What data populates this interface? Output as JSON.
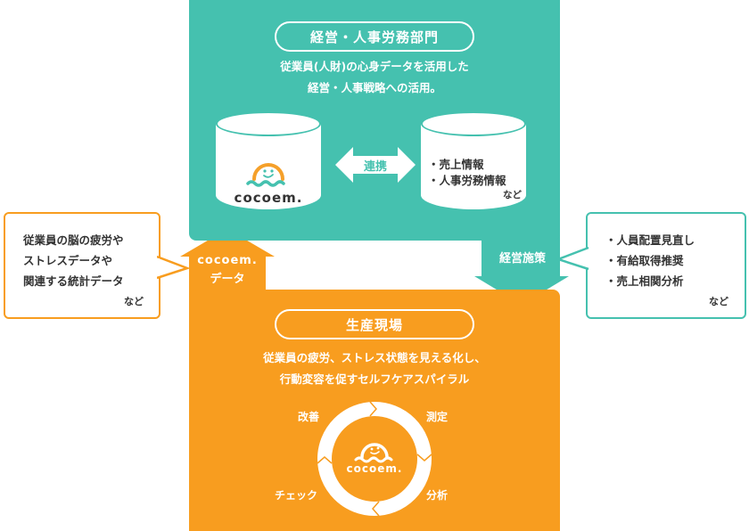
{
  "colors": {
    "teal": "#45c1af",
    "orange": "#f89d1f",
    "text_dark": "#333333",
    "white": "#ffffff"
  },
  "management": {
    "title": "経営・人事労務部門",
    "description_line1": "従業員(人財)の心身データを活用した",
    "description_line2": "経営・人事戦略への活用。",
    "left_db_logo": "cocoem.",
    "link_label": "連携",
    "right_db_items": [
      "・売上情報",
      "・人事労務情報"
    ],
    "right_db_etc": "など"
  },
  "arrows": {
    "up_label_line1": "cocoem.",
    "up_label_line2": "データ",
    "down_label": "経営施策"
  },
  "left_callout": {
    "lines": [
      "従業員の脳の疲労や",
      "ストレスデータや",
      "関連する統計データ"
    ],
    "etc": "など"
  },
  "right_callout": {
    "lines": [
      "・人員配置見直し",
      "・有給取得推奨",
      "・売上相関分析"
    ],
    "etc": "など"
  },
  "production": {
    "title": "生産現場",
    "description_line1": "従業員の疲労、ストレス状態を見える化し、",
    "description_line2": "行動変容を促すセルフケアスパイラル",
    "cycle_center_logo": "cocoem.",
    "cycle_steps": {
      "top_right": "測定",
      "bottom_right": "分析",
      "bottom_left": "チェック",
      "top_left": "改善"
    }
  }
}
